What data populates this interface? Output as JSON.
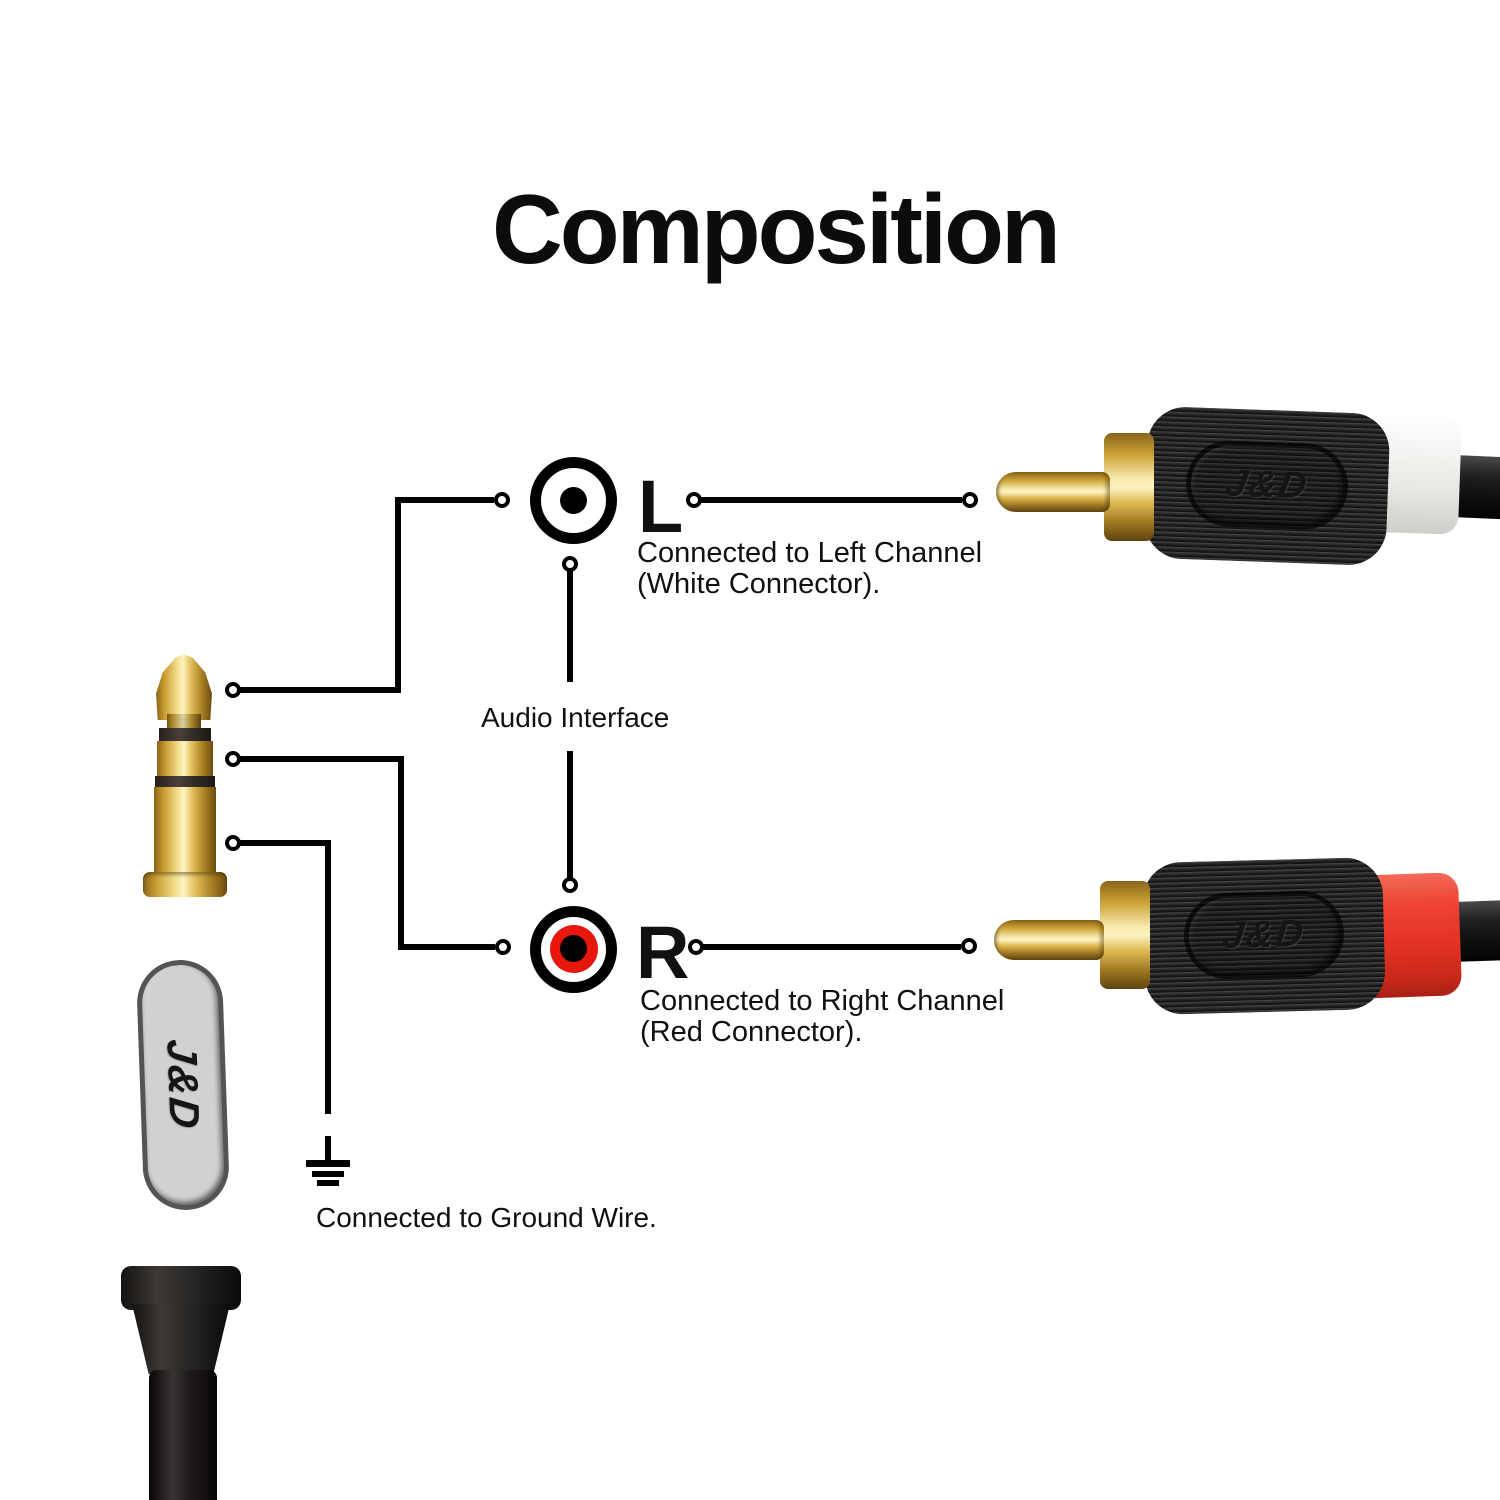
{
  "title": "Composition",
  "diagram": {
    "left_channel": {
      "letter": "L",
      "desc_line1": "Connected to Left Channel",
      "desc_line2": "(White Connector)."
    },
    "right_channel": {
      "letter": "R",
      "desc_line1": "Connected to Right Channel",
      "desc_line2": "(Red Connector)."
    },
    "audio_interface_label": "Audio Interface",
    "ground_label": "Connected to Ground Wire.",
    "brand": "J&D"
  },
  "colors": {
    "wire": "#000000",
    "rca_symbol_red": "#e8170d",
    "connector_red": "#e53325",
    "connector_white": "#f0efec",
    "gold": "#d9b44a",
    "plastic_black": "#262626"
  }
}
